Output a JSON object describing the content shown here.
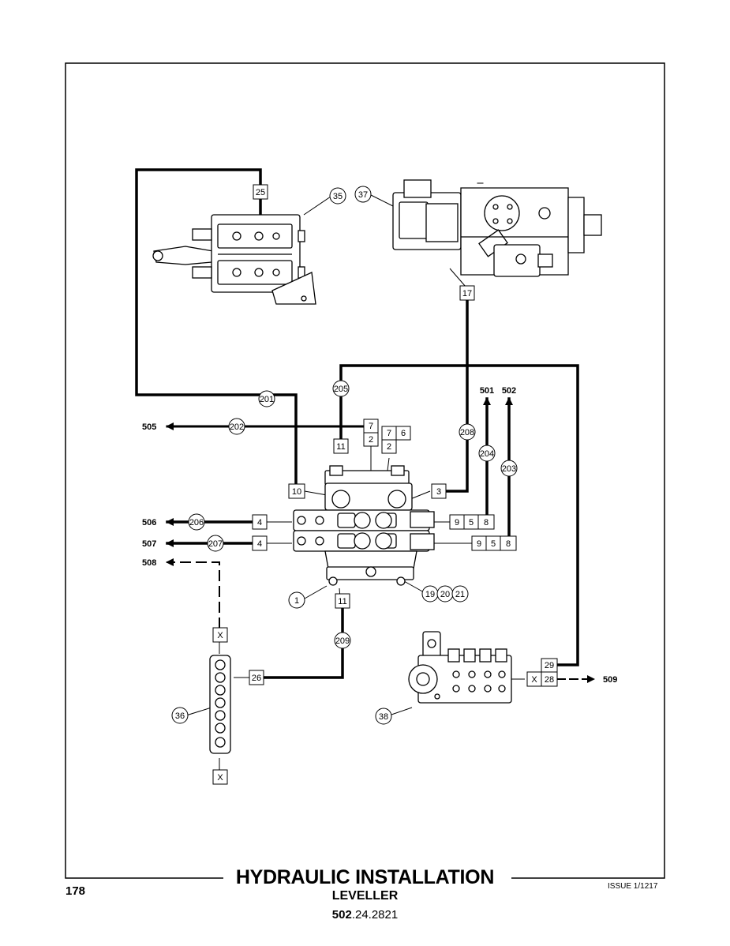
{
  "page_number": "178",
  "title": "HYDRAULIC INSTALLATION",
  "subtitle": "LEVELLER",
  "part_number_bold": "502",
  "part_number_rest": ".24.2821",
  "issue": "ISSUE 1/1217",
  "callouts": {
    "c35": "35",
    "c37": "37",
    "c201": "201",
    "c202": "202",
    "c205": "205",
    "c208": "208",
    "c204": "204",
    "c203": "203",
    "c206": "206",
    "c207": "207",
    "c1": "1",
    "c19": "19",
    "c20": "20",
    "c21": "21",
    "c209": "209",
    "c36": "36",
    "c38": "38"
  },
  "boxes": {
    "b25": "25",
    "b17": "17",
    "b7a": "7",
    "b2a": "2",
    "b7b": "7",
    "b6": "6",
    "b2b": "2",
    "b11a": "11",
    "b10": "10",
    "b3": "3",
    "b4a": "4",
    "b9a": "9",
    "b5a": "5",
    "b8a": "8",
    "b4b": "4",
    "b9b": "9",
    "b5b": "5",
    "b8b": "8",
    "b11b": "11",
    "bxa": "X",
    "b26": "26",
    "bxb": "X",
    "b29": "29",
    "bxc": "X",
    "b28": "28"
  },
  "destinations": {
    "d501": "501",
    "d502": "502",
    "d505": "505",
    "d506": "506",
    "d507": "507",
    "d508": "508",
    "d509": "509"
  }
}
